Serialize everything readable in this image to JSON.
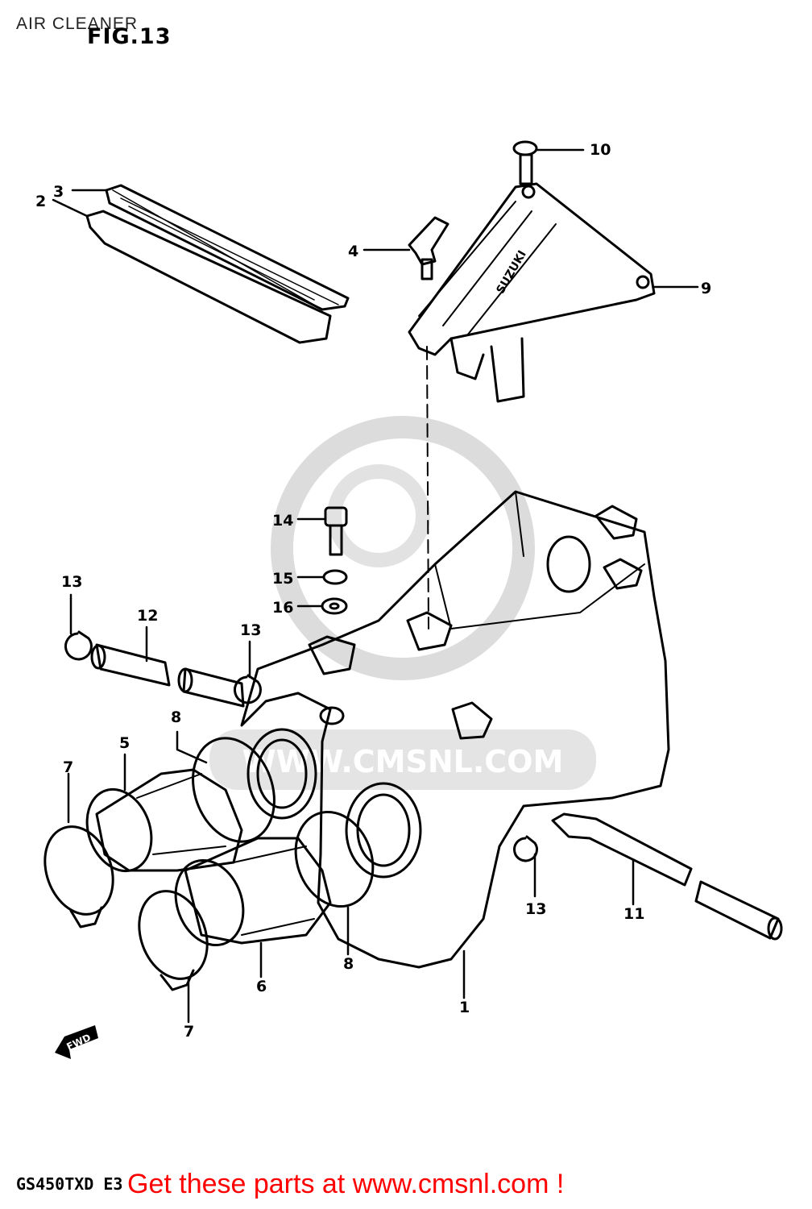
{
  "title": "AIR CLEANER",
  "figure": "FIG.13",
  "model_code": "GS450TXD E3",
  "cta": "Get these parts at www.cmsnl.com !",
  "watermark": "WWW.CMSNL.COM",
  "fwd_label": "FWD",
  "cover_logo": "SUZUKI",
  "part_labels": [
    {
      "id": "1",
      "text": "1"
    },
    {
      "id": "2",
      "text": "2"
    },
    {
      "id": "3",
      "text": "3"
    },
    {
      "id": "4",
      "text": "4"
    },
    {
      "id": "5",
      "text": "5"
    },
    {
      "id": "6",
      "text": "6"
    },
    {
      "id": "7a",
      "text": "7"
    },
    {
      "id": "7b",
      "text": "7"
    },
    {
      "id": "8a",
      "text": "8"
    },
    {
      "id": "8b",
      "text": "8"
    },
    {
      "id": "9",
      "text": "9"
    },
    {
      "id": "10",
      "text": "10"
    },
    {
      "id": "11",
      "text": "11"
    },
    {
      "id": "12",
      "text": "12"
    },
    {
      "id": "13a",
      "text": "13"
    },
    {
      "id": "13b",
      "text": "13"
    },
    {
      "id": "13c",
      "text": "13"
    },
    {
      "id": "14",
      "text": "14"
    },
    {
      "id": "15",
      "text": "15"
    },
    {
      "id": "16",
      "text": "16"
    }
  ],
  "colors": {
    "line": "#000000",
    "cta": "#ff0000",
    "watermark": "#d9d9d9",
    "background": "#ffffff"
  }
}
